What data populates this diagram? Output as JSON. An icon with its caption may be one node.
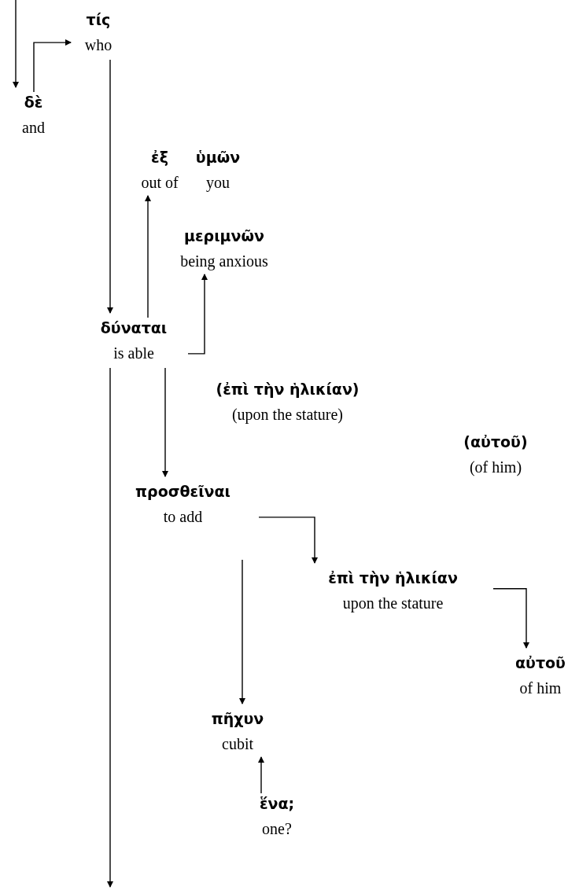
{
  "diagram": {
    "nodes": [
      {
        "text": [
          "τίς",
          "who"
        ]
      },
      {
        "text": [
          "δὲ",
          "and"
        ]
      },
      {
        "text": [
          "ἐξ",
          "out of"
        ]
      },
      {
        "text": [
          "μεριμνῶν",
          "being anxious"
        ]
      },
      {
        "text": [
          "δύναται",
          "is able"
        ]
      },
      {
        "text": [
          "προσθεῖναι",
          "to add"
        ]
      },
      {
        "text": [
          "ἐπὶ τὴν ἡλικίαν",
          "upon the stature"
        ]
      },
      {
        "text": [
          "αὐτοῦ",
          "of him"
        ]
      },
      {
        "text": [
          "πῆχυν",
          "cubit"
        ]
      },
      {
        "text": [
          "ἕνα;",
          "one?"
        ]
      }
    ],
    "edges": [
      {
        "from": null,
        "to": 1,
        "arrow": "to"
      },
      {
        "from": 1,
        "to": 0,
        "arrow": "to"
      },
      {
        "from": 0,
        "to": 4,
        "arrow": "to"
      },
      {
        "from": 4,
        "to": 2,
        "arrow": "to"
      },
      {
        "from": 4,
        "to": 3,
        "arrow": "to"
      },
      {
        "from": 4,
        "to": null,
        "arrow": "to"
      },
      {
        "from": 4,
        "to": 5,
        "arrow": "to"
      },
      {
        "from": 5,
        "to": 6,
        "arrow": "to"
      },
      {
        "from": 6,
        "to": 7,
        "arrow": "to"
      },
      {
        "from": 5,
        "to": 8,
        "arrow": "to"
      },
      {
        "from": 9,
        "to": 8,
        "arrow": "to"
      }
    ],
    "labels": [
      "ὑμῶν",
      "you",
      "(ἐπὶ τὴν ἡλικίαν)",
      "(upon the stature)",
      "(αὐτοῦ)",
      "(of him)"
    ]
  }
}
